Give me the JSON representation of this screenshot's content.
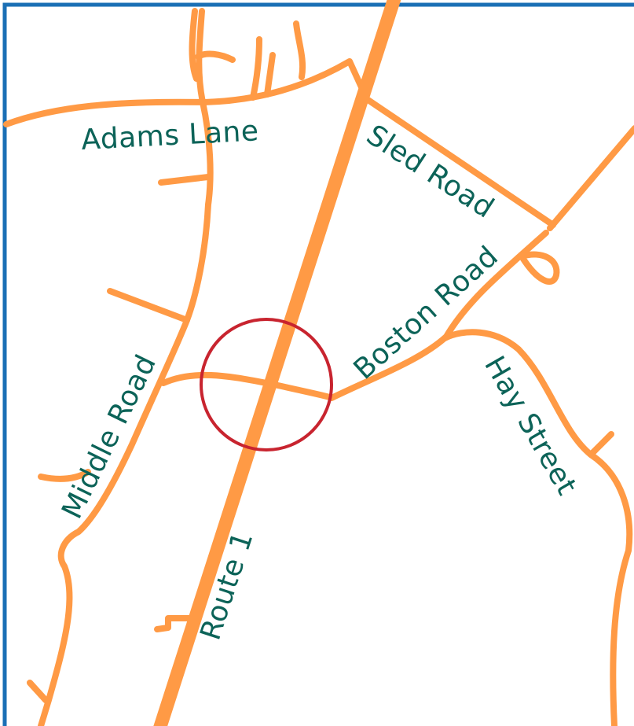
{
  "map": {
    "colors": {
      "road": "#ff9a45",
      "label": "#0c6358",
      "marker": "#c8242f",
      "border": "#1a6fb5",
      "background": "#ffffff"
    },
    "roads": {
      "adams_lane": "Adams Lane",
      "sled_road": "Sled Road",
      "boston_road": "Boston Road",
      "middle_road": "Middle Road",
      "hay_street": "Hay Street",
      "route_1": "Route 1"
    },
    "marker": {
      "shape": "circle"
    }
  }
}
